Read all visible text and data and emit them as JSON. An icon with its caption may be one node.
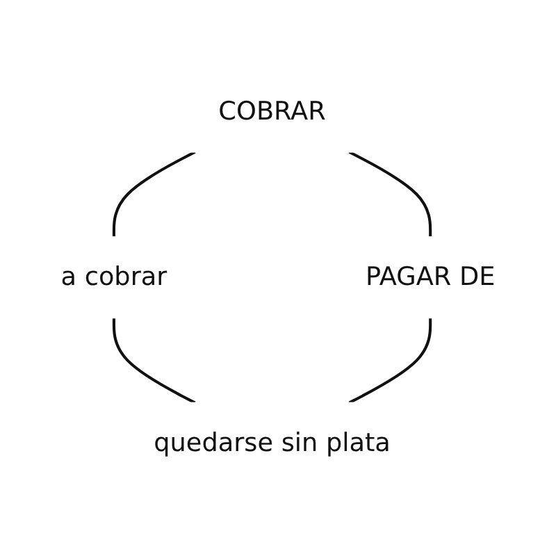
{
  "diagram": {
    "nodes": [
      {
        "text": [
          "COBRAR"
        ]
      },
      {
        "text": [
          "a cobrar"
        ]
      },
      {
        "text": [
          "PAGAR DE"
        ]
      },
      {
        "text": [
          "quedarse sin plata"
        ]
      }
    ],
    "edges": [
      {
        "from": 0,
        "to": 1,
        "arrow": "none"
      },
      {
        "from": 0,
        "to": 2,
        "arrow": "none"
      },
      {
        "from": 1,
        "to": 3,
        "arrow": "none"
      },
      {
        "from": 2,
        "to": 3,
        "arrow": "none"
      }
    ]
  }
}
